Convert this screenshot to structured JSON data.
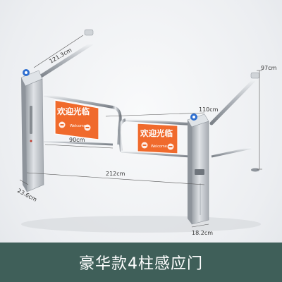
{
  "dimensions": {
    "top_depth": "121.3cm",
    "right_height": "97cm",
    "gate_width": "110cm",
    "left_gate_width": "90cm",
    "total_width": "212cm",
    "left_post_depth": "23.6cm",
    "right_post_depth": "18.2cm"
  },
  "sign": {
    "title": "欢迎光临",
    "subtitle": "Welcome"
  },
  "caption": "豪华款4柱感应门",
  "colors": {
    "background": "#eef0f2",
    "steel": "#c4c8cd",
    "sign_orange": "#f06a2c",
    "footer": "#3f5f59",
    "indicator_blue": "#2f6fd0"
  },
  "icons": [
    "indicator-icon",
    "no-entry-icon"
  ]
}
